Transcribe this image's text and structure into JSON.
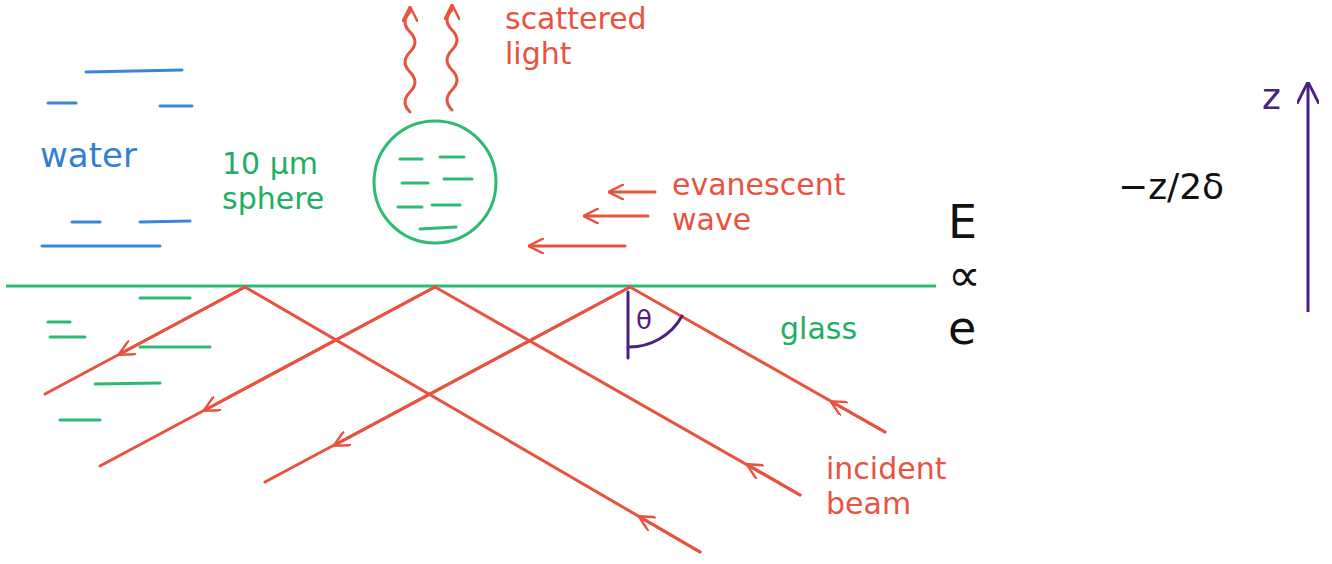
{
  "diagram": {
    "nodes": [
      {
        "text": [
          "10 μm sphere"
        ]
      }
    ],
    "labels": [
      "water",
      "scattered light",
      "evanescent wave",
      "E ∝ e",
      "−z/2δ",
      "z",
      "θ",
      "glass",
      "incident beam"
    ]
  }
}
